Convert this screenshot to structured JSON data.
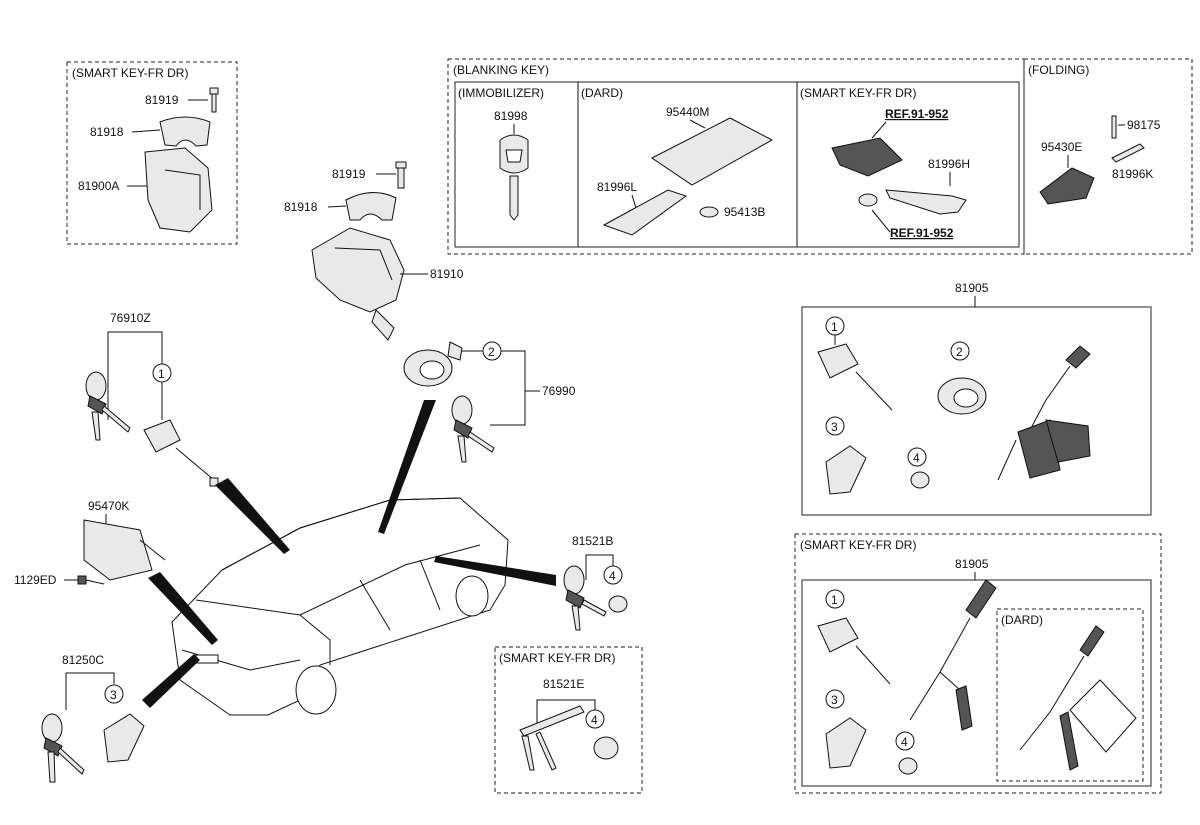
{
  "sections": {
    "smart_key_fr_dr_top": "(SMART KEY-FR DR)",
    "blanking_key": "(BLANKING KEY)",
    "immobilizer": "(IMMOBILIZER)",
    "dard": "(DARD)",
    "smart_key_fr_dr_blank": "(SMART KEY-FR DR)",
    "folding": "(FOLDING)",
    "smart_key_fr_dr_mid": "(SMART KEY-FR DR)",
    "smart_key_fr_dr_right": "(SMART KEY-FR DR)",
    "dard_right": "(DARD)"
  },
  "refs": {
    "ref_top": "REF.91-952",
    "ref_bottom": "REF.91-952"
  },
  "parts": {
    "p81919_a": "81919",
    "p81918_a": "81918",
    "p81900A": "81900A",
    "p81998": "81998",
    "p95440M": "95440M",
    "p81996L": "81996L",
    "p95413B": "95413B",
    "p81996H": "81996H",
    "p95430E": "95430E",
    "p98175": "98175",
    "p81996K": "81996K",
    "p81919_b": "81919",
    "p81918_b": "81918",
    "p81910": "81910",
    "p76910Z": "76910Z",
    "p76990": "76990",
    "p81905_a": "81905",
    "p95470K": "95470K",
    "p1129ED": "1129ED",
    "p81521B": "81521B",
    "p81250C": "81250C",
    "p81521E": "81521E",
    "p81905_b": "81905"
  },
  "callouts": {
    "c1": "1",
    "c2": "2",
    "c3": "3",
    "c4": "4"
  }
}
